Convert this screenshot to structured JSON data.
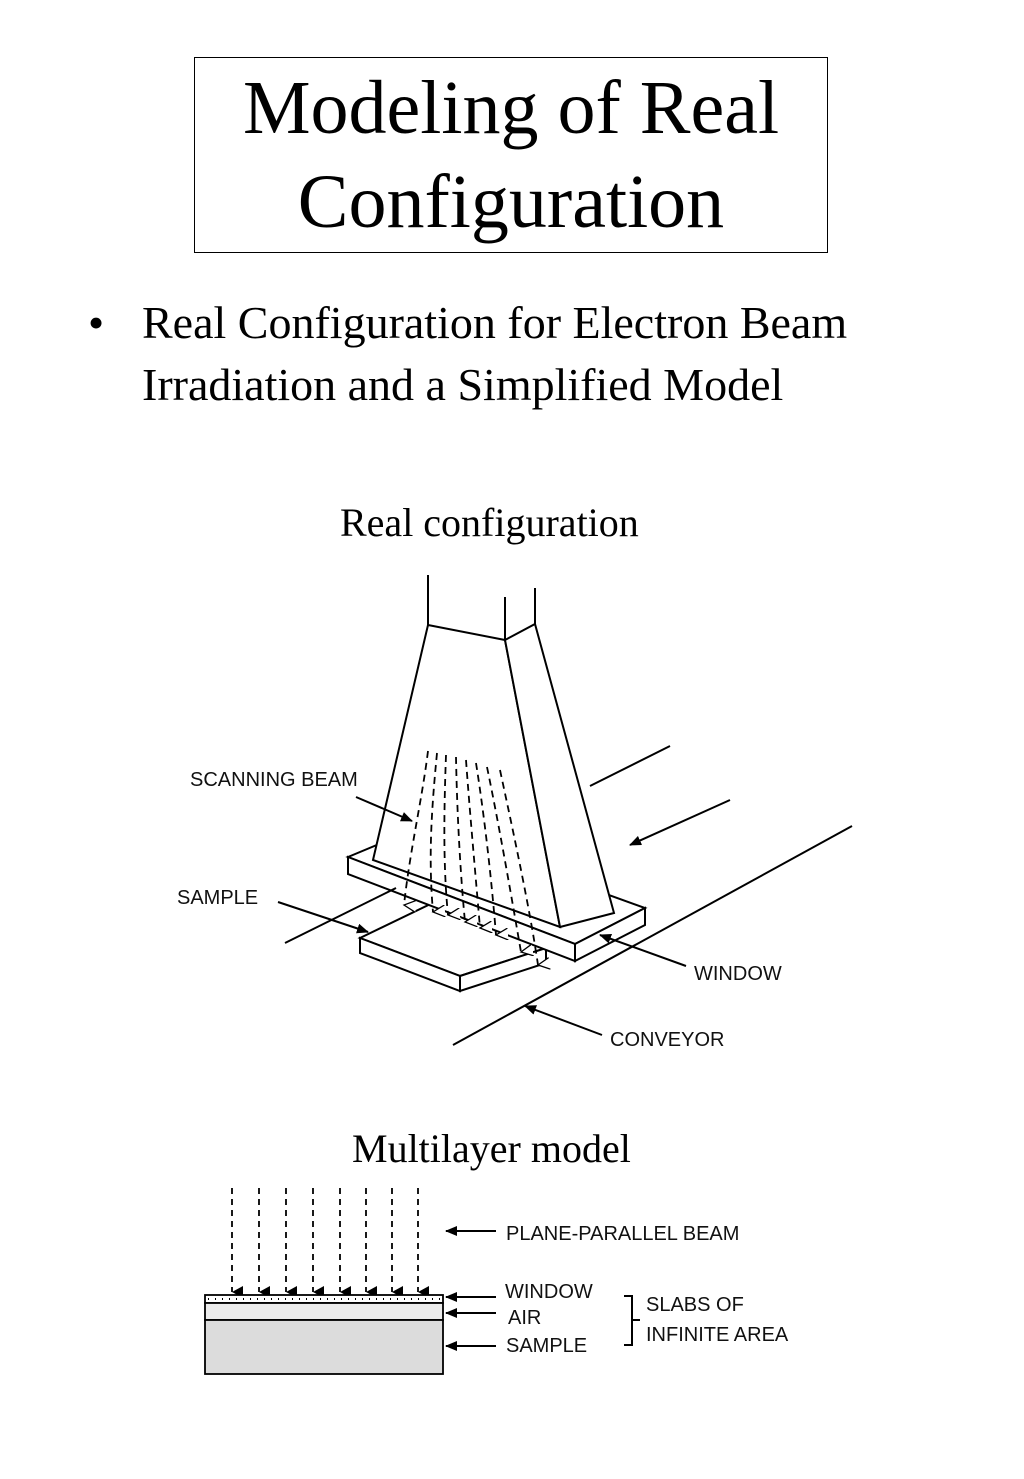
{
  "slide": {
    "title_lines": [
      "Modeling of Real",
      "Configuration"
    ],
    "bullet": "Real Configuration for Electron Beam Irradiation and a Simplified Model"
  },
  "real_config": {
    "caption": "Real configuration",
    "labels": {
      "scanning_beam": "SCANNING BEAM",
      "sample": "SAMPLE",
      "window": "WINDOW",
      "conveyor": "CONVEYOR"
    }
  },
  "multilayer": {
    "caption": "Multilayer model",
    "labels": {
      "beam": "PLANE-PARALLEL BEAM",
      "window": "WINDOW",
      "air": "AIR",
      "sample": "SAMPLE",
      "slabs_line1": "SLABS OF",
      "slabs_line2": "INFINITE AREA"
    }
  }
}
